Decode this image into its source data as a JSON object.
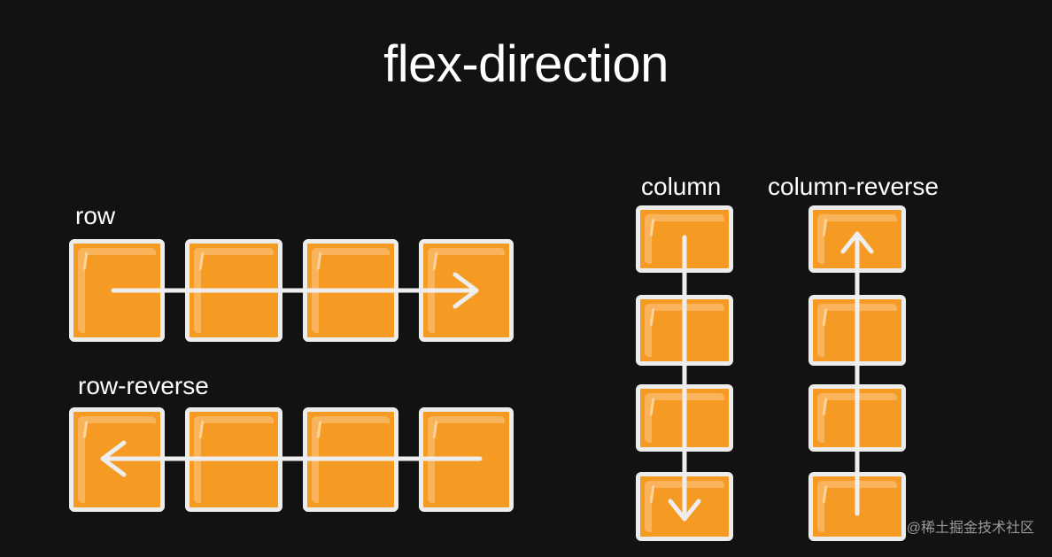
{
  "title": "flex-direction",
  "labels": {
    "row": "row",
    "row_reverse": "row-reverse",
    "column": "column",
    "column_reverse": "column-reverse"
  },
  "watermark": "@稀土掘金技术社区",
  "colors": {
    "background": "#121212",
    "box_fill": "#f59a23",
    "box_border": "#ececec",
    "arrow": "#eeeeee",
    "text": "#ffffff"
  }
}
